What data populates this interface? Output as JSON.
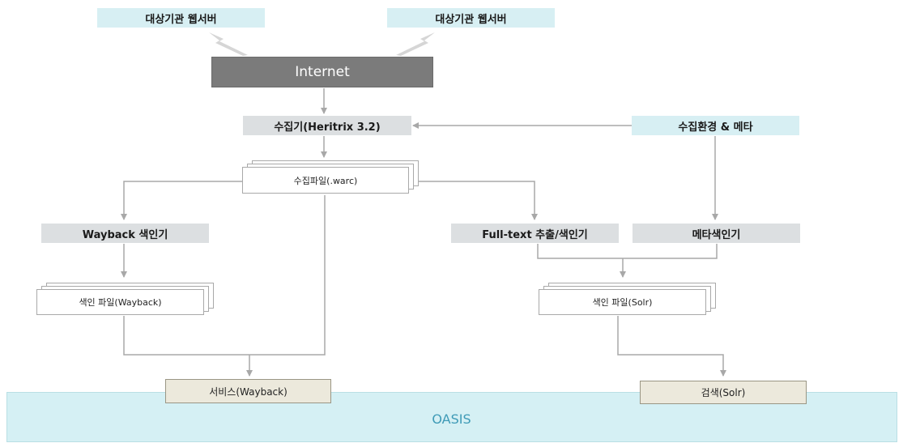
{
  "nodes": {
    "webserver_left": "대상기관 웹서버",
    "webserver_right": "대상기관 웹서버",
    "internet": "Internet",
    "crawler": "수집기(Heritrix 3.2)",
    "env_meta": "수집환경 & 메타",
    "warc_file": "수집파일(.warc)",
    "wayback_indexer": "Wayback 색인기",
    "fulltext_indexer": "Full-text 추출/색인기",
    "meta_indexer": "메타색인기",
    "wayback_index_file": "색인 파일(Wayback)",
    "solr_index_file": "색인 파일(Solr)",
    "service_wayback": "서비스(Wayback)",
    "search_solr": "검색(Solr)",
    "platform": "OASIS"
  },
  "colors": {
    "cyan_box": "#d7eff3",
    "gray_box": "#dcdfe1",
    "internet_box": "#7b7b7b",
    "service_box": "#ece9dc",
    "platform": "#d5f0f4",
    "platform_text": "#3f9bb7",
    "connector": "#a8a8a8"
  }
}
